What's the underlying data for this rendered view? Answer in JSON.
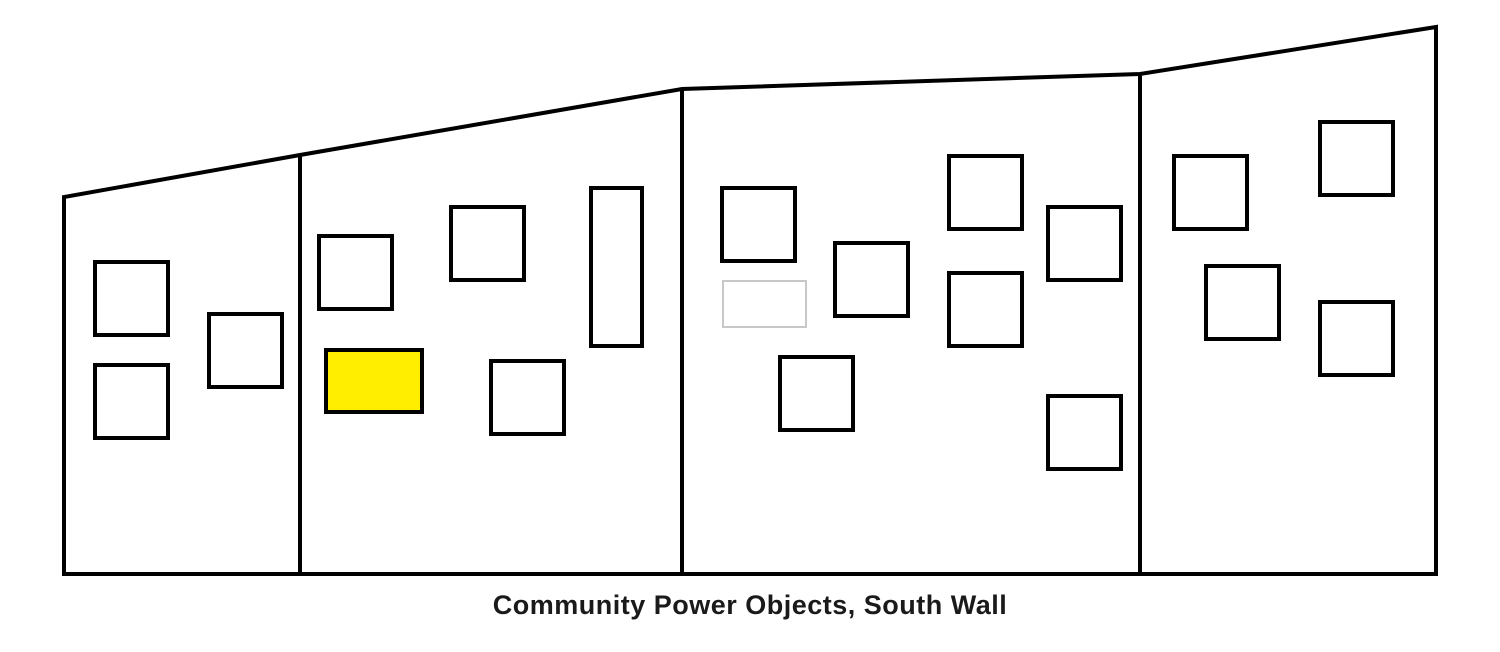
{
  "caption": "Community Power Objects, South Wall",
  "colors": {
    "outline": "#000000",
    "highlight": "#ffee00",
    "ghost": "#c8c8c8",
    "background": "#ffffff"
  },
  "wall": {
    "section_count": 4,
    "objects": [
      {
        "section": 1,
        "state": "normal"
      },
      {
        "section": 1,
        "state": "normal"
      },
      {
        "section": 1,
        "state": "normal"
      },
      {
        "section": 2,
        "state": "normal"
      },
      {
        "section": 2,
        "state": "highlighted"
      },
      {
        "section": 2,
        "state": "normal"
      },
      {
        "section": 2,
        "state": "normal"
      },
      {
        "section": 2,
        "state": "normal"
      },
      {
        "section": 3,
        "state": "normal"
      },
      {
        "section": 3,
        "state": "ghost"
      },
      {
        "section": 3,
        "state": "normal"
      },
      {
        "section": 3,
        "state": "normal"
      },
      {
        "section": 3,
        "state": "normal"
      },
      {
        "section": 3,
        "state": "normal"
      },
      {
        "section": 3,
        "state": "normal"
      },
      {
        "section": 3,
        "state": "normal"
      },
      {
        "section": 4,
        "state": "normal"
      },
      {
        "section": 4,
        "state": "normal"
      },
      {
        "section": 4,
        "state": "normal"
      },
      {
        "section": 4,
        "state": "normal"
      }
    ]
  }
}
